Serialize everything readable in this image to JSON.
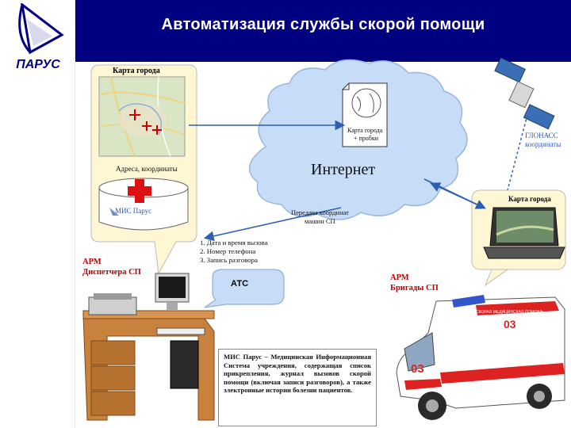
{
  "header": {
    "title": "Автоматизация службы скорой помощи"
  },
  "logo": {
    "text": "ПАРУС"
  },
  "city_map_card": {
    "title": "Карта города",
    "caption": "Адреса, координаты"
  },
  "database": {
    "label": "МИС Парус"
  },
  "cloud": {
    "title": "Интернет",
    "document_label_line1": "Карта города",
    "document_label_line2": "+ пробки",
    "transfer_label_line1": "Передача координат",
    "transfer_label_line2": "машин СП"
  },
  "glonass": {
    "line1": "ГЛОНАСС",
    "line2": "координаты"
  },
  "laptop_card": {
    "title": "Карта города"
  },
  "dispatcher_list": [
    "1. Дата и время вызова",
    "2. Номер телефона",
    "3. Запись разговора"
  ],
  "ats": {
    "label": "АТС"
  },
  "dispatcher_label": {
    "line1": "АРМ",
    "line2": "Диспетчера СП"
  },
  "brigade_label": {
    "line1": "АРМ",
    "line2": "Бригады СП"
  },
  "ambulance": {
    "number": "03",
    "side_text": "СКОРАЯ МЕДИЦИНСКАЯ ПОМОЩЬ"
  },
  "mis_description": "МИС Парус – Медицинская Информационная Система учреждения, содержащая список прикрепления, журнал вызовов скорой помощи (включая записи разговоров), а также электронные истории болезни пациентов.",
  "colors": {
    "header_bg": "#000080",
    "callout_fill": "#fff6d4",
    "cloud_fill": "#c7dcf7",
    "ats_fill": "#c7dcf7",
    "red_label": "#c00000",
    "arrow": "#2f5fb3"
  }
}
